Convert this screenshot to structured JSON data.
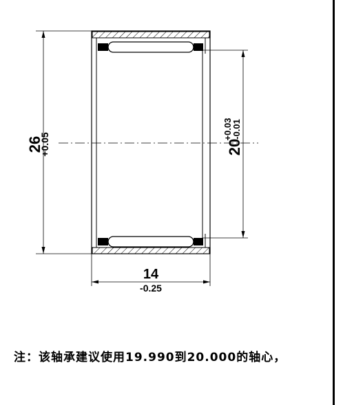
{
  "dimensions": {
    "outer_diameter": {
      "nominal": "26",
      "tolerance": "+0.05"
    },
    "inner_diameter": {
      "nominal": "20",
      "tol_upper": "+0.03",
      "tol_lower": "-0.01"
    },
    "width": {
      "nominal": "14",
      "tolerance": "-0.25"
    }
  },
  "note": "注：该轴承建议使用19.990到20.000的轴心，",
  "colors": {
    "line": "#000000",
    "background": "#ffffff"
  }
}
